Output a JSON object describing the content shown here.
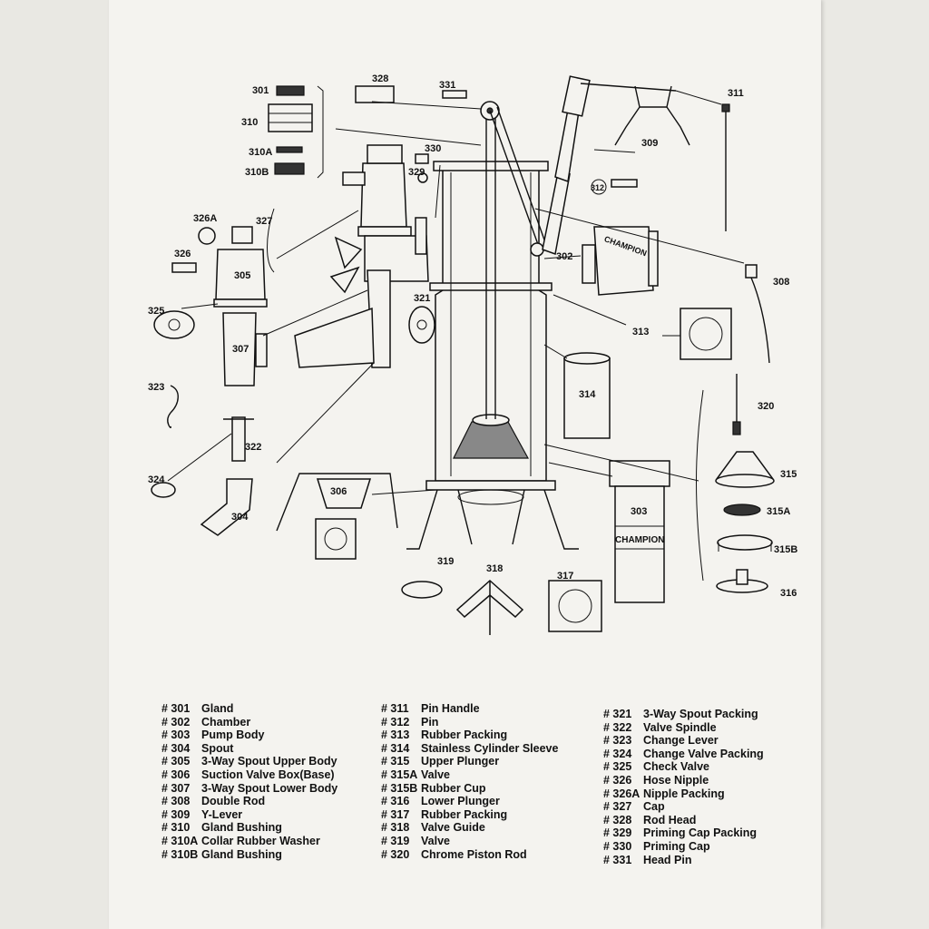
{
  "callouts": {
    "c301": "301",
    "c302": "302",
    "c303": "303",
    "c304": "304",
    "c305": "305",
    "c306": "306",
    "c307": "307",
    "c308": "308",
    "c309": "309",
    "c310": "310",
    "c310a": "310A",
    "c310b": "310B",
    "c311": "311",
    "c312": "312",
    "c313": "313",
    "c314": "314",
    "c315": "315",
    "c315a": "315A",
    "c315b": "315B",
    "c316": "316",
    "c317": "317",
    "c318": "318",
    "c319": "319",
    "c320": "320",
    "c321": "321",
    "c322": "322",
    "c323": "323",
    "c324": "324",
    "c325": "325",
    "c326": "326",
    "c326a": "326A",
    "c327": "327",
    "c328": "328",
    "c329": "329",
    "c330": "330",
    "c331": "331"
  },
  "stamps": {
    "champion_body": "CHAMPION",
    "champion_chamber": "CHAMPION"
  },
  "legend": {
    "col1": [
      {
        "num": "# 301",
        "name": "Gland"
      },
      {
        "num": "# 302",
        "name": "Chamber"
      },
      {
        "num": "# 303",
        "name": "Pump Body"
      },
      {
        "num": "# 304",
        "name": "Spout"
      },
      {
        "num": "# 305",
        "name": "3-Way Spout Upper Body"
      },
      {
        "num": "# 306",
        "name": "Suction Valve Box(Base)"
      },
      {
        "num": "# 307",
        "name": "3-Way Spout Lower Body"
      },
      {
        "num": "# 308",
        "name": "Double Rod"
      },
      {
        "num": "# 309",
        "name": "Y-Lever"
      },
      {
        "num": "# 310",
        "name": "Gland Bushing"
      },
      {
        "num": "# 310A",
        "name": "Collar Rubber Washer"
      },
      {
        "num": "# 310B",
        "name": "Gland Bushing"
      }
    ],
    "col2": [
      {
        "num": "# 311",
        "name": "Pin Handle"
      },
      {
        "num": "# 312",
        "name": "Pin"
      },
      {
        "num": "# 313",
        "name": "Rubber Packing"
      },
      {
        "num": "# 314",
        "name": "Stainless Cylinder Sleeve"
      },
      {
        "num": "# 315",
        "name": "Upper Plunger"
      },
      {
        "num": "# 315A",
        "name": "Valve"
      },
      {
        "num": "# 315B",
        "name": "Rubber Cup"
      },
      {
        "num": "# 316",
        "name": "Lower Plunger"
      },
      {
        "num": "# 317",
        "name": "Rubber Packing"
      },
      {
        "num": "# 318",
        "name": "Valve Guide"
      },
      {
        "num": "# 319",
        "name": "Valve"
      },
      {
        "num": "# 320",
        "name": "Chrome Piston Rod"
      }
    ],
    "col3": [
      {
        "num": "# 321",
        "name": "3-Way Spout Packing"
      },
      {
        "num": "# 322",
        "name": "Valve Spindle"
      },
      {
        "num": "# 323",
        "name": "Change Lever"
      },
      {
        "num": "# 324",
        "name": "Change Valve Packing"
      },
      {
        "num": "# 325",
        "name": "Check Valve"
      },
      {
        "num": "# 326",
        "name": "Hose Nipple"
      },
      {
        "num": "# 326A",
        "name": "Nipple Packing"
      },
      {
        "num": "# 327",
        "name": "Cap"
      },
      {
        "num": "# 328",
        "name": "Rod Head"
      },
      {
        "num": "# 329",
        "name": "Priming Cap Packing"
      },
      {
        "num": "# 330",
        "name": "Priming Cap"
      },
      {
        "num": "# 331",
        "name": "Head Pin"
      }
    ]
  }
}
